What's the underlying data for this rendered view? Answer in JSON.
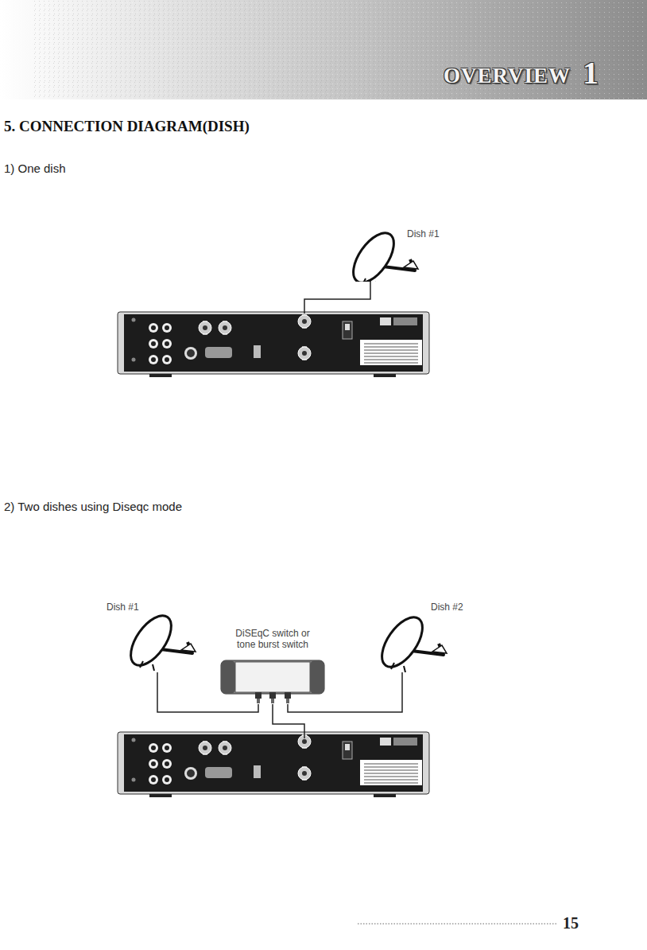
{
  "diagram": {
    "title": "5. CONNECTION DIAGRAM(DISH)",
    "nodes": [
      {
        "text": [
          "Dish #1"
        ]
      },
      {
        "text": [
          "Dish #1"
        ]
      },
      {
        "text": [
          "DiSEqC switch or tone burst switch"
        ]
      },
      {
        "text": [
          "Dish #2"
        ]
      }
    ],
    "edges": [
      {
        "from": 1,
        "to": 2,
        "arrow": "none"
      },
      {
        "from": 3,
        "to": 2,
        "arrow": "none"
      }
    ],
    "labels": [
      "OVERVIEW",
      "1",
      "1) One dish",
      "2) Two dishes using Diseqc mode",
      "15"
    ]
  }
}
